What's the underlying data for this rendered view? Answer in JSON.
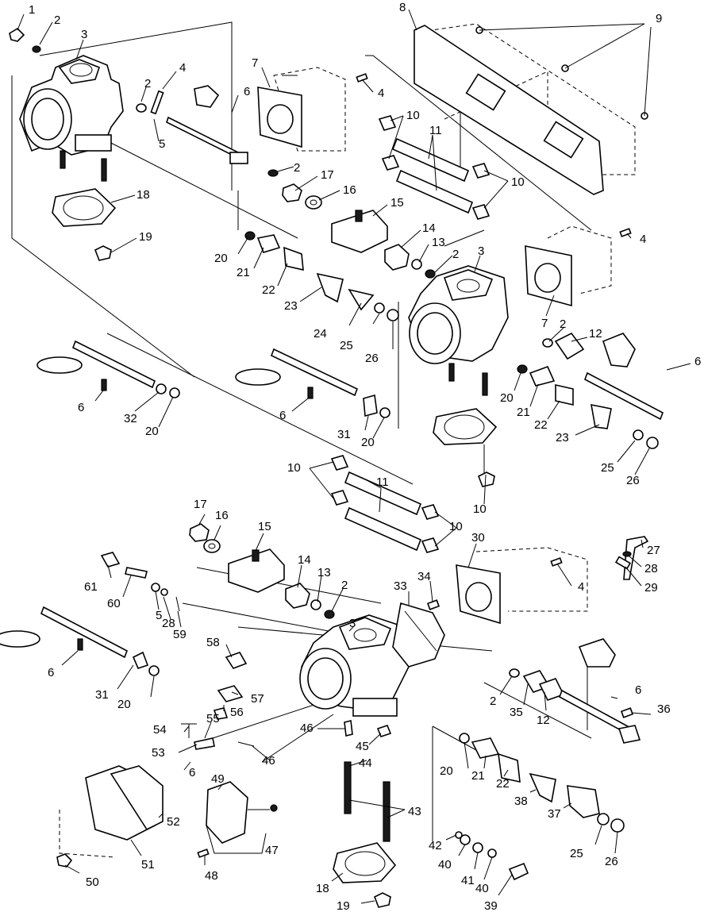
{
  "callouts": [
    {
      "id": "c1",
      "text": "1"
    },
    {
      "id": "c2a",
      "text": "2"
    },
    {
      "id": "c3a",
      "text": "3"
    },
    {
      "id": "c2b",
      "text": "2"
    },
    {
      "id": "c4a",
      "text": "4"
    },
    {
      "id": "c6a",
      "text": "6"
    },
    {
      "id": "c5a",
      "text": "5"
    },
    {
      "id": "c7a",
      "text": "7"
    },
    {
      "id": "c8",
      "text": "8"
    },
    {
      "id": "c9",
      "text": "9"
    },
    {
      "id": "c4b",
      "text": "4"
    },
    {
      "id": "c10a",
      "text": "10"
    },
    {
      "id": "c11a",
      "text": "11"
    },
    {
      "id": "c10b",
      "text": "10"
    },
    {
      "id": "c2c",
      "text": "2"
    },
    {
      "id": "c17a",
      "text": "17"
    },
    {
      "id": "c16a",
      "text": "16"
    },
    {
      "id": "c15a",
      "text": "15"
    },
    {
      "id": "c18a",
      "text": "18"
    },
    {
      "id": "c19a",
      "text": "19"
    },
    {
      "id": "c14a",
      "text": "14"
    },
    {
      "id": "c13a",
      "text": "13"
    },
    {
      "id": "c2d",
      "text": "2"
    },
    {
      "id": "c3b",
      "text": "3"
    },
    {
      "id": "c4c",
      "text": "4"
    },
    {
      "id": "c20a",
      "text": "20"
    },
    {
      "id": "c21a",
      "text": "21"
    },
    {
      "id": "c22a",
      "text": "22"
    },
    {
      "id": "c23a",
      "text": "23"
    },
    {
      "id": "c24",
      "text": "24"
    },
    {
      "id": "c25a",
      "text": "25"
    },
    {
      "id": "c26a",
      "text": "26"
    },
    {
      "id": "c7b",
      "text": "7"
    },
    {
      "id": "c2e",
      "text": "2"
    },
    {
      "id": "c12a",
      "text": "12"
    },
    {
      "id": "c6b",
      "text": "6"
    },
    {
      "id": "c6c",
      "text": "6"
    },
    {
      "id": "c32",
      "text": "32"
    },
    {
      "id": "c20b",
      "text": "20"
    },
    {
      "id": "c6d",
      "text": "6"
    },
    {
      "id": "c31a",
      "text": "31"
    },
    {
      "id": "c20c",
      "text": "20"
    },
    {
      "id": "c20d",
      "text": "20"
    },
    {
      "id": "c21b",
      "text": "21"
    },
    {
      "id": "c22b",
      "text": "22"
    },
    {
      "id": "c23b",
      "text": "23"
    },
    {
      "id": "c25b",
      "text": "25"
    },
    {
      "id": "c26b",
      "text": "26"
    },
    {
      "id": "c10c",
      "text": "10"
    },
    {
      "id": "c11b",
      "text": "11"
    },
    {
      "id": "c10d",
      "text": "10"
    },
    {
      "id": "c10e",
      "text": "10"
    },
    {
      "id": "c17b",
      "text": "17"
    },
    {
      "id": "c16b",
      "text": "16"
    },
    {
      "id": "c15b",
      "text": "15"
    },
    {
      "id": "c30",
      "text": "30"
    },
    {
      "id": "c27",
      "text": "27"
    },
    {
      "id": "c28a",
      "text": "28"
    },
    {
      "id": "c29",
      "text": "29"
    },
    {
      "id": "c61",
      "text": "61"
    },
    {
      "id": "c14b",
      "text": "14"
    },
    {
      "id": "c13b",
      "text": "13"
    },
    {
      "id": "c2f",
      "text": "2"
    },
    {
      "id": "c33",
      "text": "33"
    },
    {
      "id": "c34",
      "text": "34"
    },
    {
      "id": "c4d",
      "text": "4"
    },
    {
      "id": "c60",
      "text": "60"
    },
    {
      "id": "c5b",
      "text": "5"
    },
    {
      "id": "c28b",
      "text": "28"
    },
    {
      "id": "c59",
      "text": "59"
    },
    {
      "id": "c3c",
      "text": "3"
    },
    {
      "id": "c58",
      "text": "58"
    },
    {
      "id": "c6e",
      "text": "6"
    },
    {
      "id": "c31b",
      "text": "31"
    },
    {
      "id": "c20e",
      "text": "20"
    },
    {
      "id": "c57",
      "text": "57"
    },
    {
      "id": "c56",
      "text": "56"
    },
    {
      "id": "c2g",
      "text": "2"
    },
    {
      "id": "c35",
      "text": "35"
    },
    {
      "id": "c12b",
      "text": "12"
    },
    {
      "id": "c6f",
      "text": "6"
    },
    {
      "id": "c36",
      "text": "36"
    },
    {
      "id": "c54",
      "text": "54"
    },
    {
      "id": "c55",
      "text": "55"
    },
    {
      "id": "c46a",
      "text": "46"
    },
    {
      "id": "c53",
      "text": "53"
    },
    {
      "id": "c45",
      "text": "45"
    },
    {
      "id": "c46b",
      "text": "46"
    },
    {
      "id": "c6g",
      "text": "6"
    },
    {
      "id": "c44",
      "text": "44"
    },
    {
      "id": "c20f",
      "text": "20"
    },
    {
      "id": "c21c",
      "text": "21"
    },
    {
      "id": "c22c",
      "text": "22"
    },
    {
      "id": "c49",
      "text": "49"
    },
    {
      "id": "c43",
      "text": "43"
    },
    {
      "id": "c38",
      "text": "38"
    },
    {
      "id": "c37",
      "text": "37"
    },
    {
      "id": "c52",
      "text": "52"
    },
    {
      "id": "c47",
      "text": "47"
    },
    {
      "id": "c42",
      "text": "42"
    },
    {
      "id": "c25c",
      "text": "25"
    },
    {
      "id": "c26c",
      "text": "26"
    },
    {
      "id": "c50",
      "text": "50"
    },
    {
      "id": "c51",
      "text": "51"
    },
    {
      "id": "c48",
      "text": "48"
    },
    {
      "id": "c40a",
      "text": "40"
    },
    {
      "id": "c41",
      "text": "41"
    },
    {
      "id": "c40b",
      "text": "40"
    },
    {
      "id": "c18b",
      "text": "18"
    },
    {
      "id": "c39",
      "text": "39"
    },
    {
      "id": "c19b",
      "text": "19"
    }
  ]
}
